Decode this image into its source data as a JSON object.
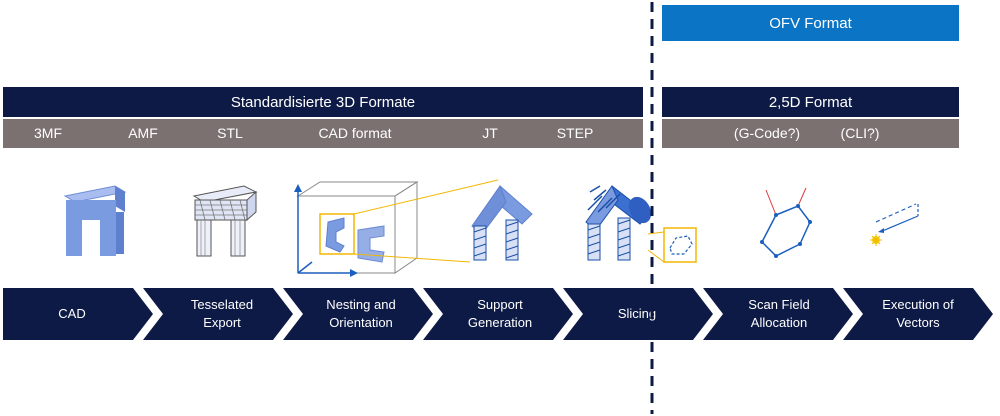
{
  "ofv_banner": "OFV Format",
  "standard_bar": "Standardisierte 3D Formate",
  "format25_bar": "2,5D Format",
  "formats_left": [
    "3MF",
    "AMF",
    "STL",
    "CAD format",
    "JT",
    "STEP"
  ],
  "formats_right": [
    "(G-Code?)",
    "(CLI?)"
  ],
  "steps": [
    "CAD",
    "Tesselated\nExport",
    "Nesting and\nOrientation",
    "Support\nGeneration",
    "Slicing",
    "Scan Field\nAllocation",
    "Execution of\nVectors"
  ],
  "icons": [
    "cad-part-icon",
    "tesselated-part-icon",
    "nesting-box-icon",
    "support-part-icon",
    "sliced-part-icon",
    "scan-field-icon",
    "vector-execution-icon"
  ],
  "colors": {
    "navy": "#0d1a45",
    "blue": "#0b74c4",
    "grey": "#7a7170",
    "part": "#7b9be0",
    "highlight": "#f2b705"
  }
}
